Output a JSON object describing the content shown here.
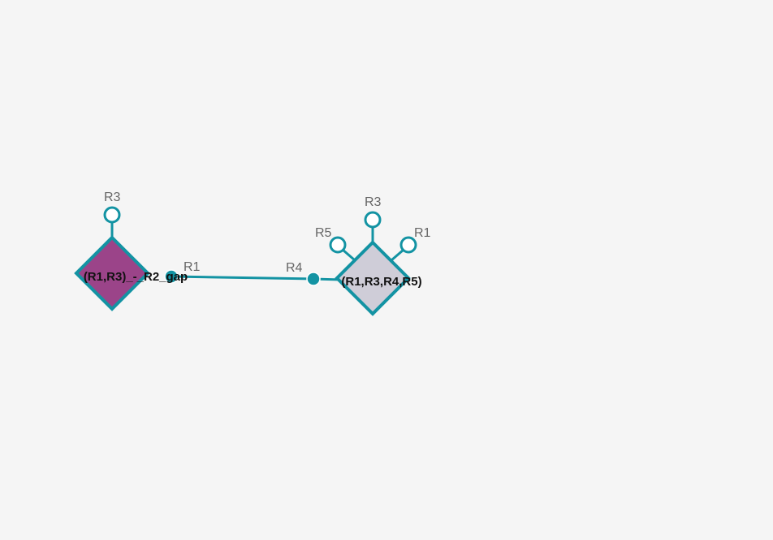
{
  "colors": {
    "background": "#f5f5f5",
    "accent": "#1393a3",
    "node_left_fill": "#9b4489",
    "node_right_fill": "#cfcdd8",
    "port_label": "#666666",
    "node_label": "#111111"
  },
  "nodes": [
    {
      "id": "left",
      "label": "(R1,R3)_-_R2_gap",
      "ports": [
        {
          "id": "R3",
          "label": "R3"
        },
        {
          "id": "R1",
          "label": "R1"
        }
      ]
    },
    {
      "id": "right",
      "label": "(R1,R3,R4,R5)",
      "ports": [
        {
          "id": "R3",
          "label": "R3"
        },
        {
          "id": "R5",
          "label": "R5"
        },
        {
          "id": "R1",
          "label": "R1"
        },
        {
          "id": "R4",
          "label": "R4"
        }
      ]
    }
  ],
  "edges": [
    {
      "from": "left.R1",
      "to": "right.R4"
    }
  ]
}
